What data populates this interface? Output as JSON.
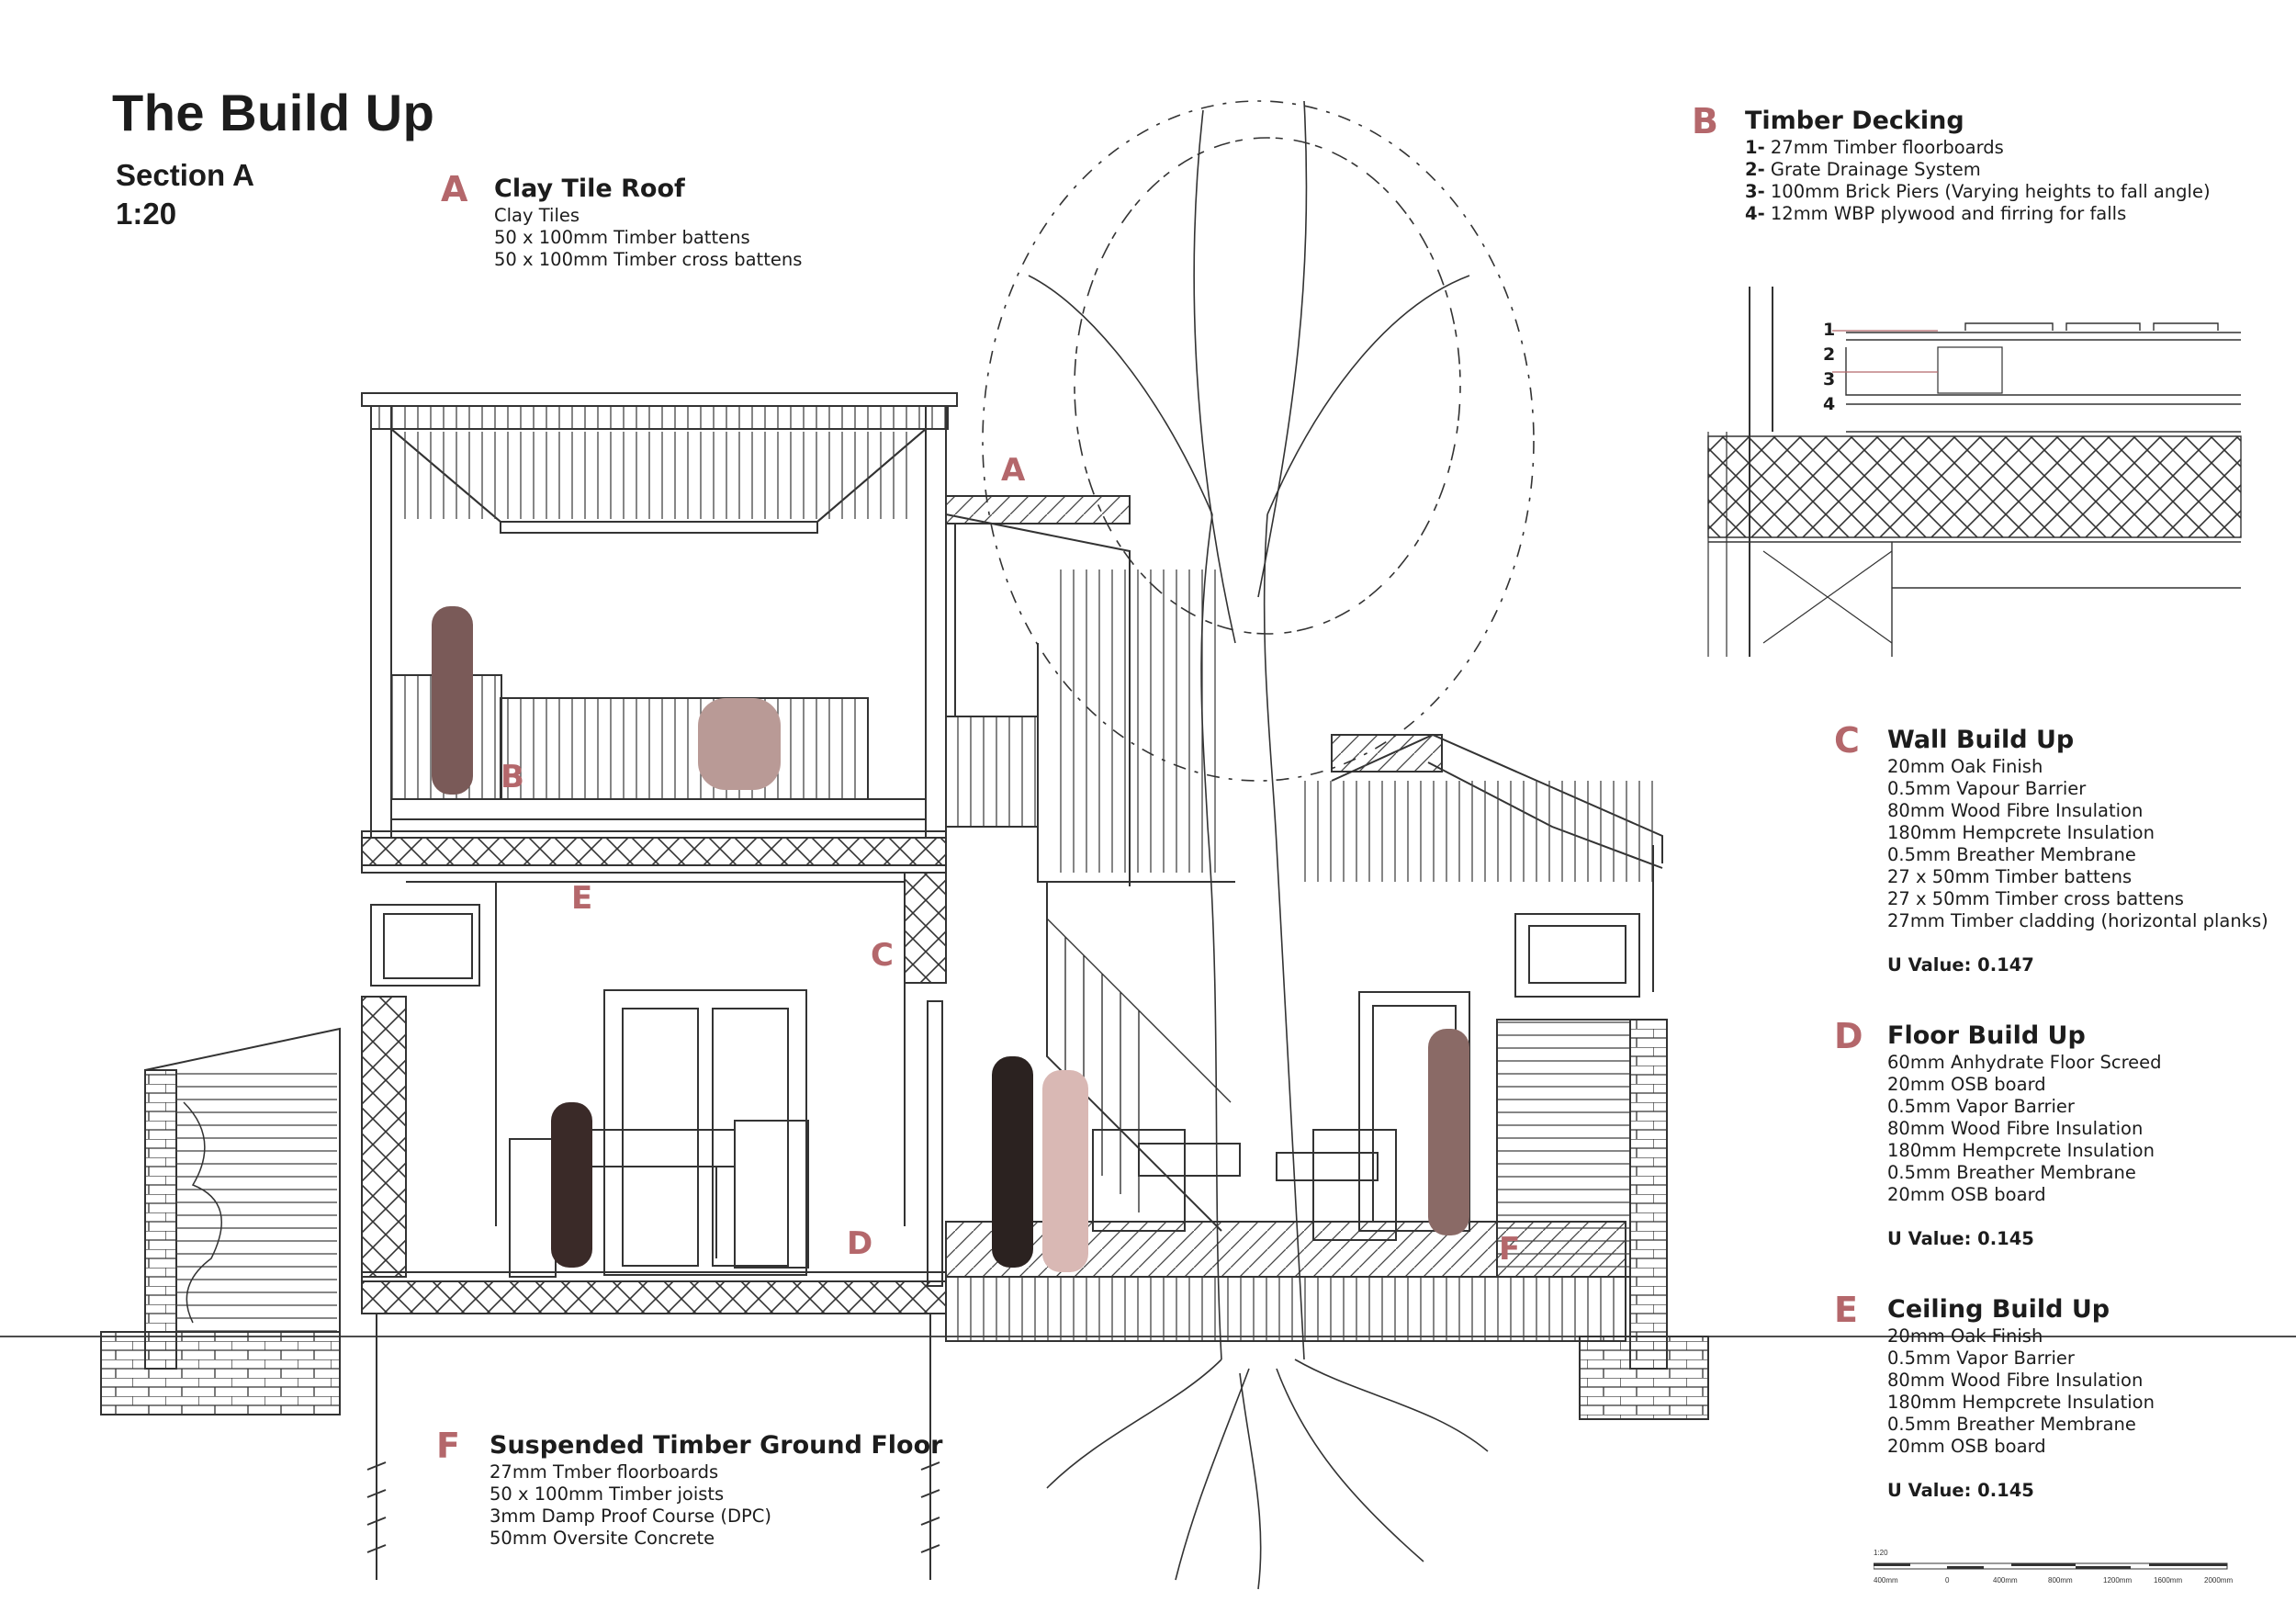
{
  "title": "The Build Up",
  "section": {
    "name": "Section A",
    "scale": "1:20"
  },
  "accent_color": "#b4676b",
  "specs": [
    {
      "letter": "A",
      "title": "Clay Tile Roof",
      "items": [
        "Clay Tiles",
        "50 x 100mm Timber battens",
        "50 x 100mm Timber cross battens"
      ]
    },
    {
      "letter": "B",
      "title": "Timber Decking",
      "items": [
        {
          "n": "1-",
          "t": "27mm Timber floorboards"
        },
        {
          "n": "2-",
          "t": "Grate Drainage System"
        },
        {
          "n": "3-",
          "t": "100mm Brick Piers (Varying  heights to fall angle)"
        },
        {
          "n": "4-",
          "t": "12mm WBP plywood and firring for falls"
        }
      ]
    },
    {
      "letter": "C",
      "title": "Wall Build Up",
      "items": [
        "20mm Oak Finish",
        "0.5mm Vapour Barrier",
        "80mm Wood Fibre Insulation",
        "180mm Hempcrete Insulation",
        "0.5mm Breather Membrane",
        "27 x 50mm Timber battens",
        "27 x 50mm Timber cross battens",
        "27mm Timber cladding (horizontal planks)"
      ],
      "u_value": "U Value: 0.147"
    },
    {
      "letter": "D",
      "title": "Floor Build Up",
      "items": [
        "60mm Anhydrate Floor Screed",
        "20mm OSB board",
        "0.5mm Vapor Barrier",
        "80mm Wood Fibre Insulation",
        "180mm Hempcrete Insulation",
        "0.5mm Breather Membrane",
        "20mm OSB board"
      ],
      "u_value": "U Value: 0.145"
    },
    {
      "letter": "E",
      "title": "Ceiling Build Up",
      "items": [
        "20mm Oak Finish",
        "0.5mm Vapor Barrier",
        "80mm Wood Fibre Insulation",
        "180mm Hempcrete Insulation",
        "0.5mm Breather Membrane",
        "20mm OSB board"
      ],
      "u_value": "U Value: 0.145"
    },
    {
      "letter": "F",
      "title": "Suspended Timber Ground Floor",
      "items": [
        "27mm Tmber floorboards",
        "50 x 100mm Timber joists",
        "3mm  Damp Proof Course (DPC)",
        "50mm Oversite Concrete"
      ]
    }
  ],
  "drawing_markers": [
    "A",
    "B",
    "C",
    "D",
    "E",
    "F"
  ],
  "detail_numbers": [
    "1",
    "2",
    "3",
    "4"
  ],
  "scale_bar": {
    "scale": "1:20",
    "labels": [
      "400mm",
      "0",
      "400mm",
      "800mm",
      "1200mm",
      "1600mm",
      "2000mm"
    ]
  }
}
